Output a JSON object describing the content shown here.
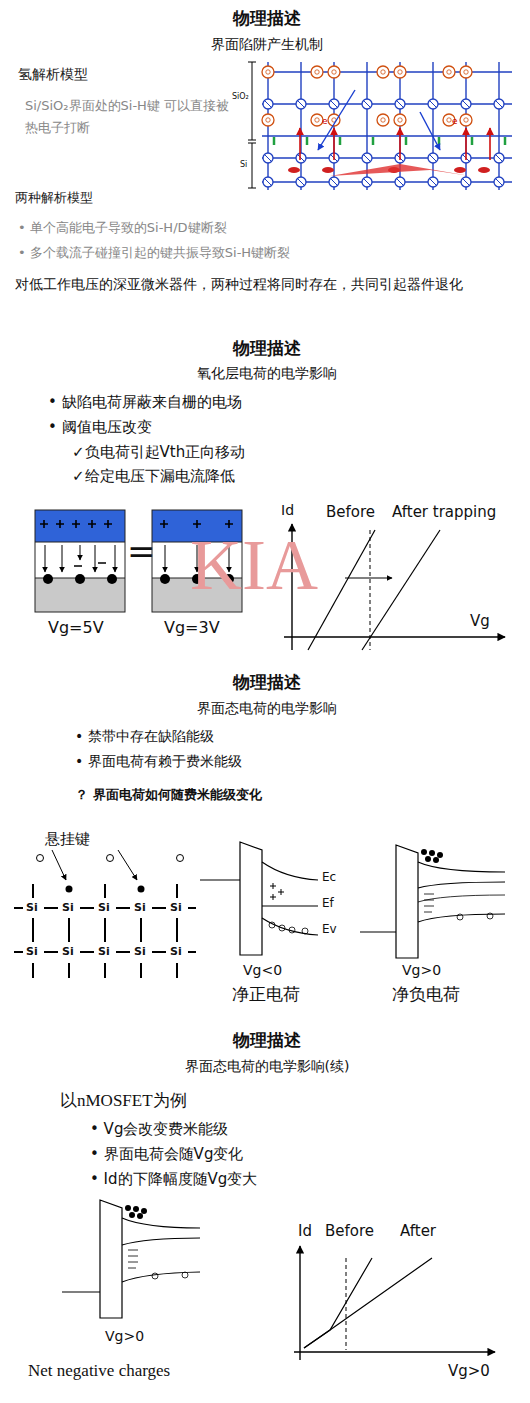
{
  "diagram": {
    "labels": [
      "物理描述",
      "界面陷阱产生机制",
      "氢解析模型",
      "Si/SiO₂界面处的Si-H键 可以直接被热电子打断",
      "SiO₂",
      "Si",
      "e",
      "e",
      "两种解析模型",
      "• 单个高能电子导致的Si-H/D键断裂",
      "• 多个载流子碰撞引起的键共振导致Si-H键断裂",
      "对低工作电压的深亚微米器件，两种过程将同时存在，共同引起器件退化",
      "物理描述",
      "氧化层电荷的电学影响",
      "• 缺陷电荷屏蔽来自栅的电场",
      "• 阈值电压改变",
      "✓负电荷引起Vth正向移动",
      "✓给定电压下漏电流降低",
      "=",
      "Vg=5V",
      "Vg=3V",
      "Id",
      "Before",
      "After trapping",
      "Vg",
      "KIA",
      "物理描述",
      "界面态电荷的电学影响",
      "• 禁带中存在缺陷能级",
      "• 界面电荷有赖于费米能级",
      "？ 界面电荷如何随费米能级变化",
      "悬挂键",
      "Si",
      "Si",
      "Si",
      "Si",
      "Si",
      "Si",
      "Si",
      "Si",
      "Si",
      "Si",
      "Ec",
      "Ef",
      "Ev",
      "Vg<0",
      "净正电荷",
      "Vg>0",
      "净负电荷",
      "物理描述",
      "界面态电荷的电学影响(续)",
      "以nMOSFET为例",
      "• Vg会改变费米能级",
      "• 界面电荷会随Vg变化",
      "• Id的下降幅度随Vg变大",
      "Vg>0",
      "Net negative charges",
      "Id",
      "Before",
      "After",
      "Vg>0"
    ]
  }
}
